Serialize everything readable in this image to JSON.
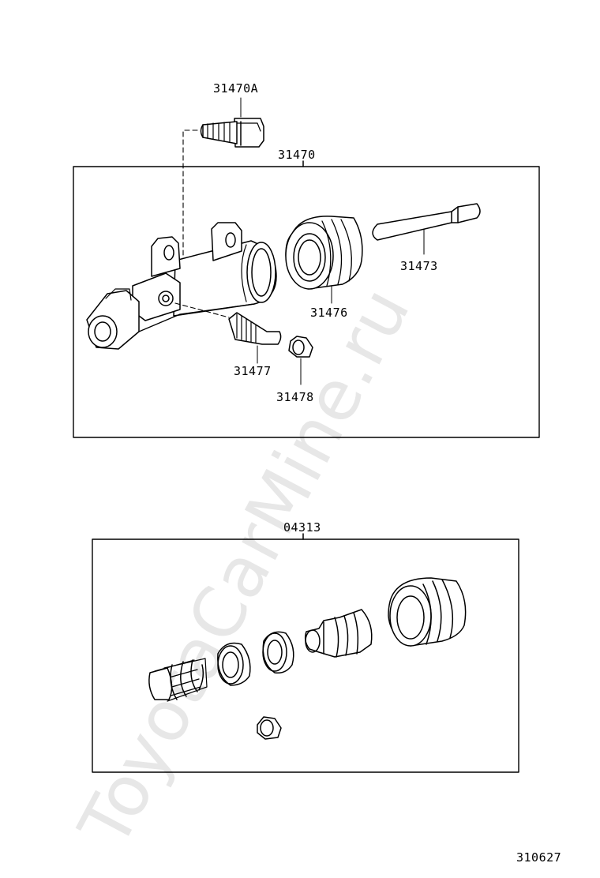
{
  "watermark": "ToyotaCarMine.ru",
  "groups": {
    "upper": {
      "label": "31470",
      "parts": [
        {
          "label": "31470A"
        },
        {
          "label": "31473"
        },
        {
          "label": "31476"
        },
        {
          "label": "31477"
        },
        {
          "label": "31478"
        }
      ]
    },
    "lower": {
      "label": "04313"
    }
  },
  "drawing_number": "310627"
}
